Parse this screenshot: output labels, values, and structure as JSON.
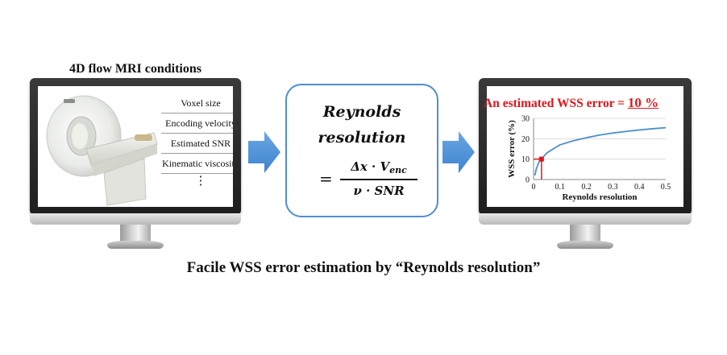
{
  "left_panel": {
    "title": "4D flow MRI conditions",
    "conditions": [
      "Voxel size",
      "Encoding velocity",
      "Estimated SNR",
      "Kinematic viscosity"
    ],
    "more": "⋮",
    "image": "mri-scanner-icon"
  },
  "formula": {
    "line1": "Reynolds",
    "line2": "resolution",
    "equals": "=",
    "numerator_a": "Δx · V",
    "numerator_sub": "enc",
    "denominator": "ν · SNR"
  },
  "right_panel": {
    "title_prefix": "An estimated WSS error = ",
    "title_value": "10 %"
  },
  "chart_data": {
    "type": "line",
    "xlabel": "Reynolds resolution",
    "ylabel": "WSS error (%)",
    "xlim": [
      0,
      0.5
    ],
    "ylim": [
      0,
      30
    ],
    "xticks": [
      0,
      0.1,
      0.2,
      0.3,
      0.4,
      0.5
    ],
    "yticks": [
      0,
      10,
      20,
      30
    ],
    "grid": true,
    "series": [
      {
        "color": "#4a8fd0",
        "x": [
          0.005,
          0.01,
          0.02,
          0.03,
          0.05,
          0.08,
          0.1,
          0.15,
          0.2,
          0.25,
          0.3,
          0.35,
          0.4,
          0.45,
          0.5
        ],
        "y": [
          2,
          5,
          8.5,
          10,
          13,
          15.5,
          17,
          19,
          20.5,
          21.8,
          22.8,
          23.6,
          24.3,
          24.9,
          25.4
        ]
      }
    ],
    "highlight_point": {
      "x": 0.03,
      "y": 10,
      "color": "#e0161b"
    }
  },
  "caption": "Facile WSS error estimation by “Reynolds resolution”",
  "colors": {
    "accent": "#4f8fcf",
    "highlight": "#e0161b",
    "arrow": "#4a90d9"
  }
}
